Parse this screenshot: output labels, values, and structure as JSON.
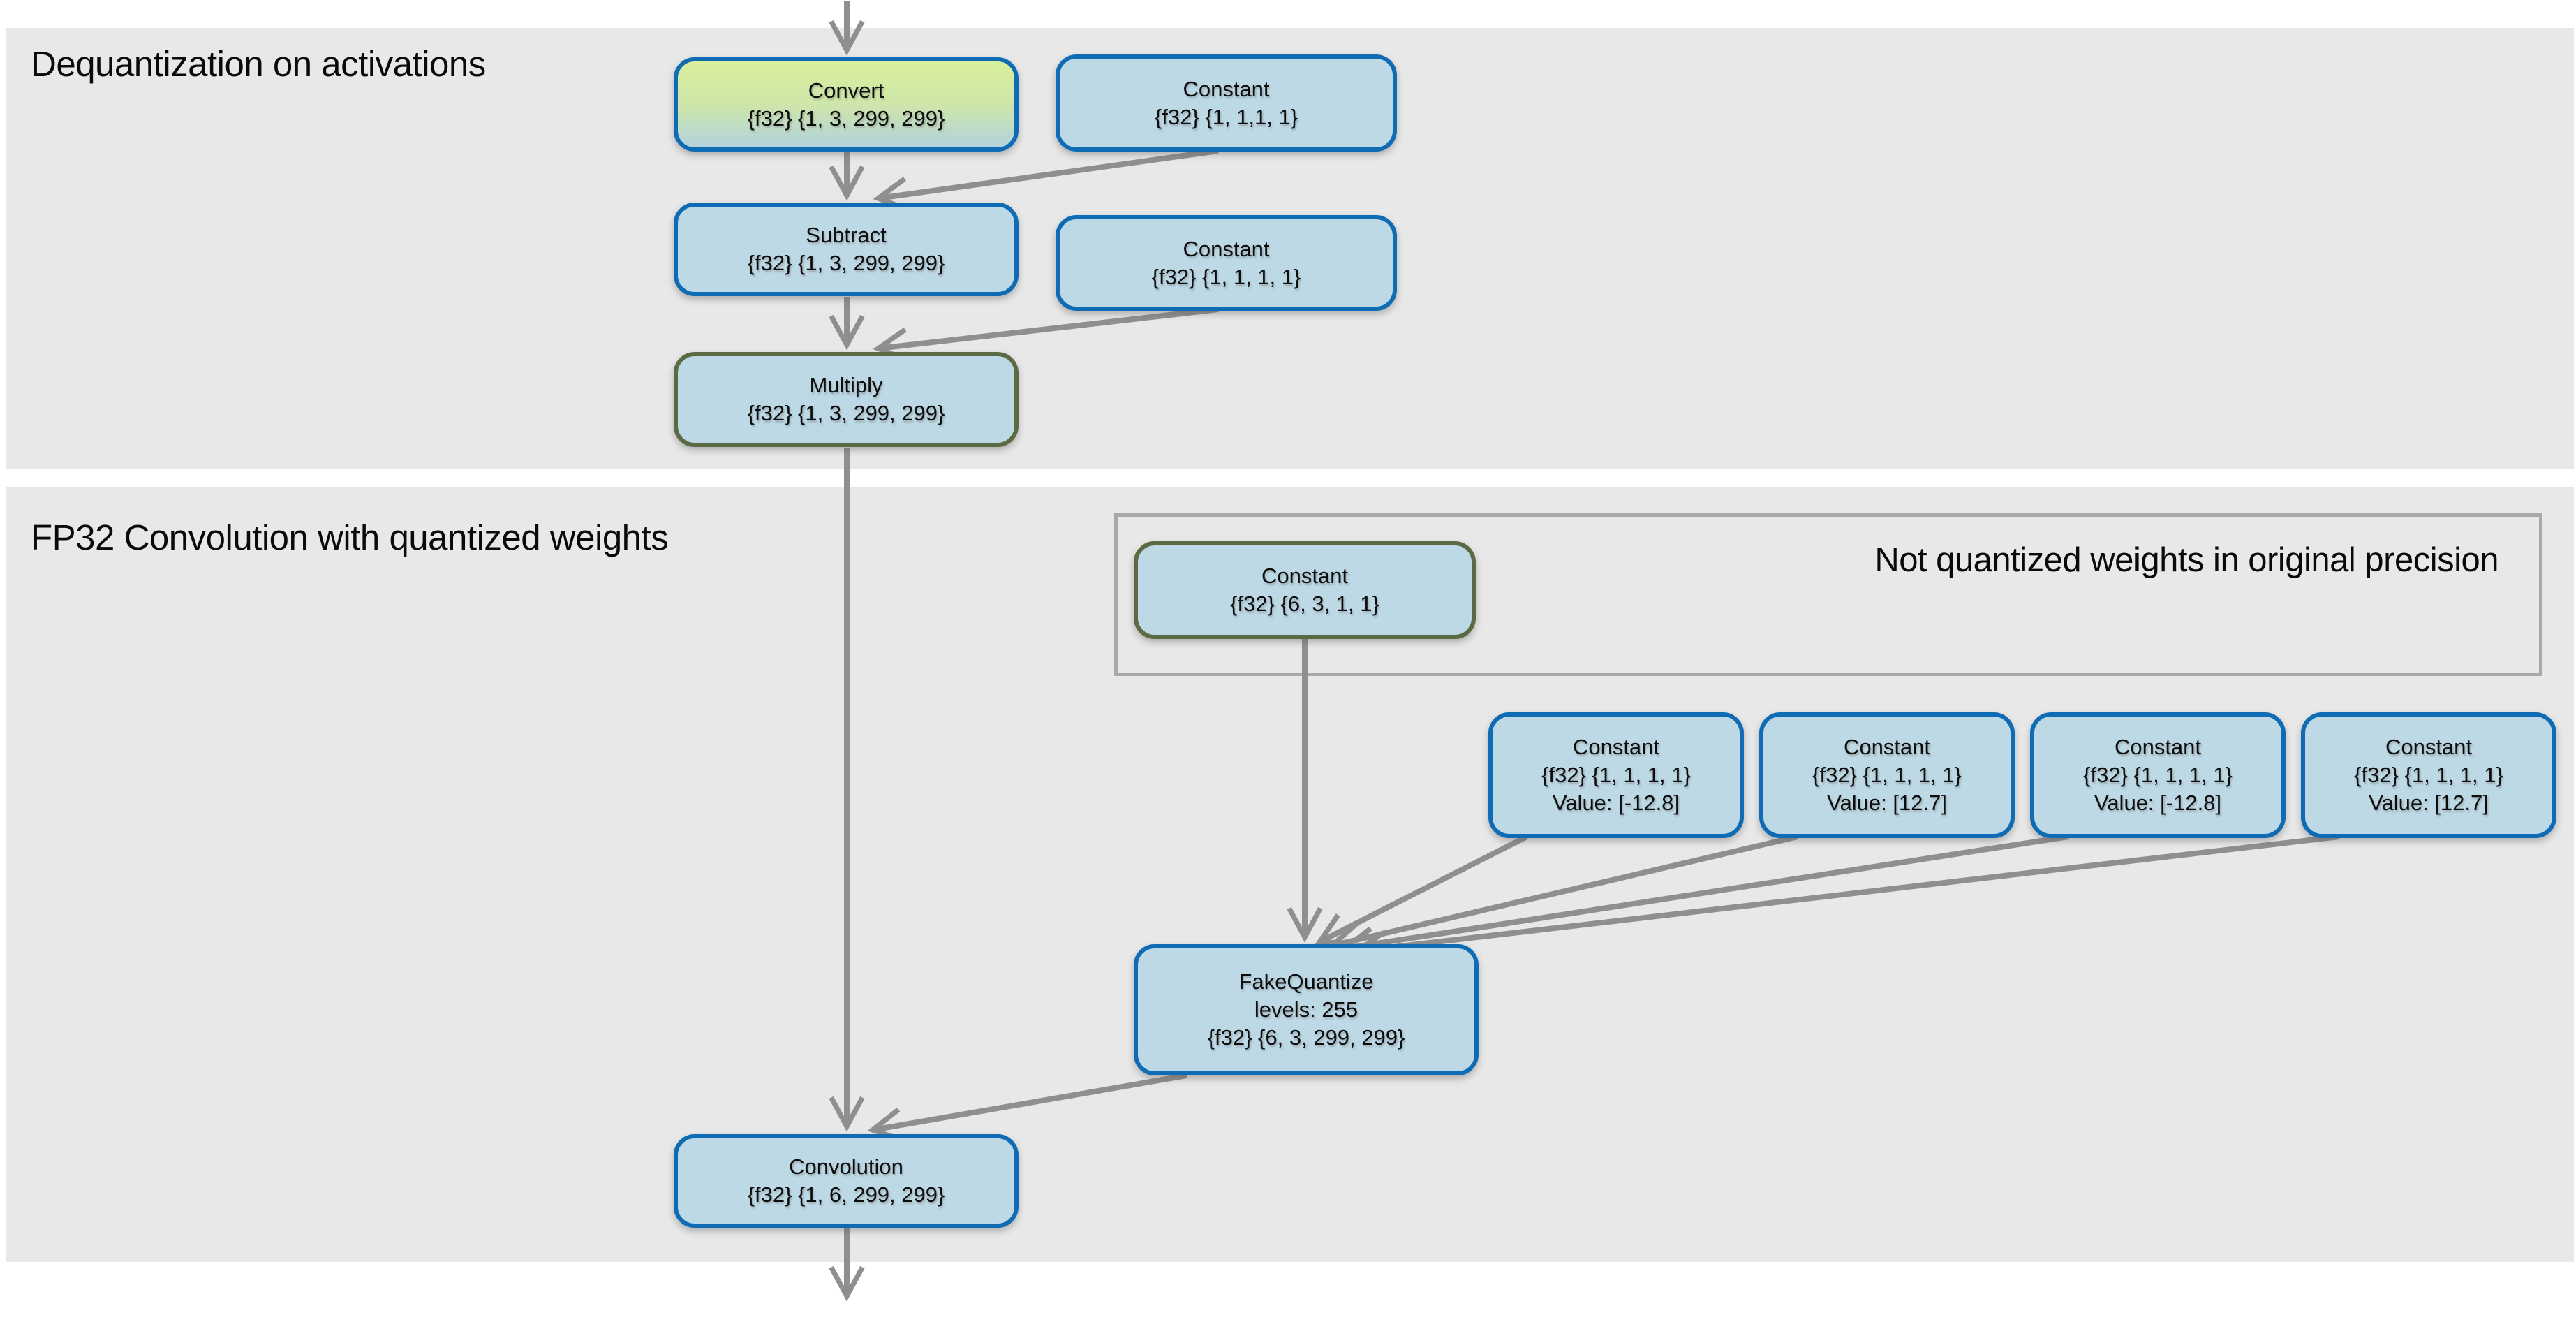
{
  "diagram": {
    "sections": [
      {
        "title": "Dequantization on activations"
      },
      {
        "title": "FP32 Convolution with quantized weights"
      }
    ],
    "annotation_box": {
      "title": "Not quantized weights in original precision"
    },
    "nodes": {
      "convert": {
        "op": "Convert",
        "shape": "{f32} {1, 3, 299, 299}"
      },
      "const_subtract": {
        "op": "Constant",
        "shape": "{f32} {1, 1,1, 1}"
      },
      "subtract": {
        "op": "Subtract",
        "shape": "{f32} {1, 3, 299, 299}"
      },
      "const_multiply": {
        "op": "Constant",
        "shape": "{f32} {1, 1, 1, 1}"
      },
      "multiply": {
        "op": "Multiply",
        "shape": "{f32} {1, 3, 299, 299}"
      },
      "const_weights": {
        "op": "Constant",
        "shape": "{f32} {6, 3, 1, 1}"
      },
      "const_input_low": {
        "op": "Constant",
        "shape": "{f32} {1, 1, 1, 1}",
        "value": "Value: [-12.8]"
      },
      "const_input_high": {
        "op": "Constant",
        "shape": "{f32} {1, 1, 1, 1}",
        "value": "Value: [12.7]"
      },
      "const_output_low": {
        "op": "Constant",
        "shape": "{f32} {1, 1, 1, 1}",
        "value": "Value: [-12.8]"
      },
      "const_output_high": {
        "op": "Constant",
        "shape": "{f32} {1, 1, 1, 1}",
        "value": "Value: [12.7]"
      },
      "fake_quantize": {
        "op": "FakeQuantize",
        "levels": "levels: 255",
        "shape": "{f32} {6, 3, 299, 299}"
      },
      "convolution": {
        "op": "Convolution",
        "shape": "{f32} {1, 6, 299, 299}"
      }
    },
    "colors": {
      "section_bg": "#e8e8e8",
      "node_fill": "#bdd9e6",
      "node_border_blue": "#0e6bb4",
      "node_border_olive": "#5b6a43",
      "convert_gradient_top": "#d9f09c",
      "convert_gradient_bottom": "#b2d3de",
      "edge": "#8f8f8f",
      "annotation_border": "#a9a9a9"
    }
  }
}
